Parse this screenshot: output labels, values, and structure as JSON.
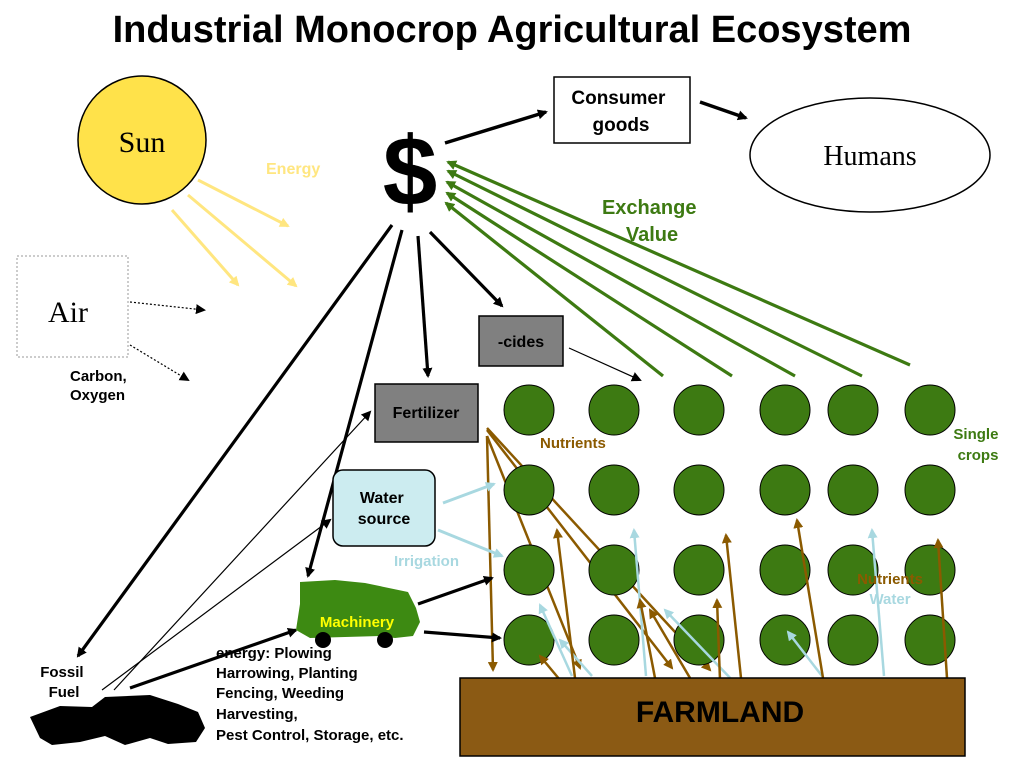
{
  "title": "Industrial Monocrop Agricultural Ecosystem",
  "nodes": {
    "sun": "Sun",
    "energy": "Energy",
    "air": "Air",
    "carbon_oxygen": [
      "Carbon,",
      "Oxygen"
    ],
    "dollar": "$",
    "consumer_goods": [
      "Consumer",
      "goods"
    ],
    "humans": "Humans",
    "exchange_value": [
      "Exchange",
      "Value"
    ],
    "cides": "-cides",
    "fertilizer": "Fertilizer",
    "nutrients_top": "Nutrients",
    "water_source": [
      "Water",
      "source"
    ],
    "irrigation": "Irrigation",
    "machinery": "Machinery",
    "fossil_fuel": [
      "Fossil",
      "Fuel"
    ],
    "energy_uses": [
      "energy: Plowing",
      "Harrowing, Planting",
      "Fencing, Weeding",
      "Harvesting,",
      "Pest Control, Storage, etc."
    ],
    "single_crops": [
      "Single",
      "crops"
    ],
    "nutrients_right": "Nutrients",
    "water_right": "Water",
    "farmland": "FARMLAND"
  },
  "colors": {
    "sun_fill": "#ffe24a",
    "energy_ray": "#ffe680",
    "crop_fill": "#3d7a12",
    "exchange_green": "#3d7a12",
    "nutrient_brown": "#8b5a00",
    "water_blue": "#a8d8e0",
    "gray_box": "#808080",
    "water_box": "#ccecf0",
    "machinery_green": "#3d8a12",
    "machinery_label": "#ffff00",
    "farmland_brown": "#8b5a14"
  }
}
